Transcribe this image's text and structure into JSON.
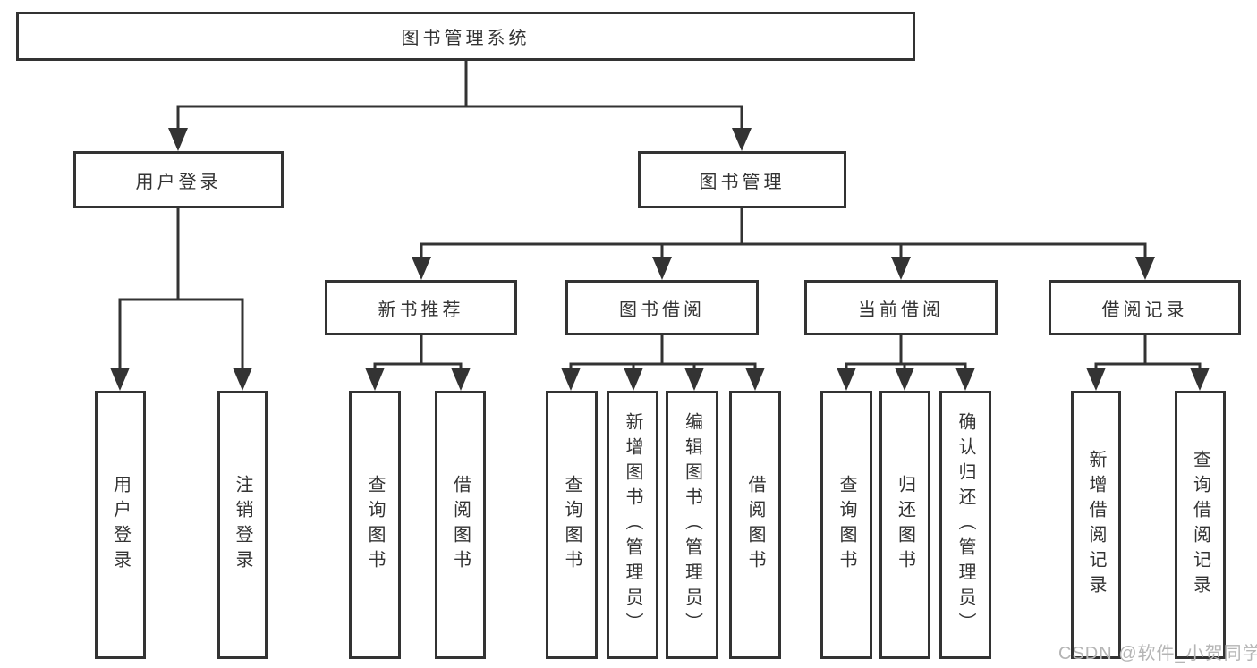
{
  "diagram": {
    "title": "图书管理系统",
    "type": "hierarchy-tree",
    "nodes": {
      "root": "图书管理系统",
      "user_login": "用户登录",
      "book_management": "图书管理",
      "new_book_recommend": "新书推荐",
      "book_borrowing": "图书借阅",
      "current_borrowing": "当前借阅",
      "borrowing_records": "借阅记录",
      "login": "用户登录",
      "logout": "注销登录",
      "recommend_query_books": "查询图书",
      "recommend_borrow_books": "借阅图书",
      "borrowing_query_books": "查询图书",
      "borrowing_add_books": "新增图书（管理员）",
      "borrowing_edit_books": "编辑图书（管理员）",
      "borrowing_borrow_books": "借阅图书",
      "current_query_books": "查询图书",
      "current_return_books": "归还图书",
      "current_confirm_return": "确认归还（管理员）",
      "records_add_record": "新增借阅记录",
      "records_query_record": "查询借阅记录"
    },
    "edges": [
      [
        "图书管理系统",
        "用户登录"
      ],
      [
        "图书管理系统",
        "图书管理"
      ],
      [
        "用户登录",
        "用户登录"
      ],
      [
        "用户登录",
        "注销登录"
      ],
      [
        "图书管理",
        "新书推荐"
      ],
      [
        "图书管理",
        "图书借阅"
      ],
      [
        "图书管理",
        "当前借阅"
      ],
      [
        "图书管理",
        "借阅记录"
      ],
      [
        "新书推荐",
        "查询图书"
      ],
      [
        "新书推荐",
        "借阅图书"
      ],
      [
        "图书借阅",
        "查询图书"
      ],
      [
        "图书借阅",
        "新增图书（管理员）"
      ],
      [
        "图书借阅",
        "编辑图书（管理员）"
      ],
      [
        "图书借阅",
        "借阅图书"
      ],
      [
        "当前借阅",
        "查询图书"
      ],
      [
        "当前借阅",
        "归还图书"
      ],
      [
        "当前借阅",
        "确认归还（管理员）"
      ],
      [
        "借阅记录",
        "新增借阅记录"
      ],
      [
        "借阅记录",
        "查询借阅记录"
      ]
    ],
    "colors": {
      "line": "#333333",
      "box_border": "#333333",
      "box_fill": "#ffffff",
      "text": "#333333",
      "watermark": "#b5b5b5",
      "background": "#ffffff"
    }
  },
  "watermark": "CSDN @软件_小贺同学"
}
